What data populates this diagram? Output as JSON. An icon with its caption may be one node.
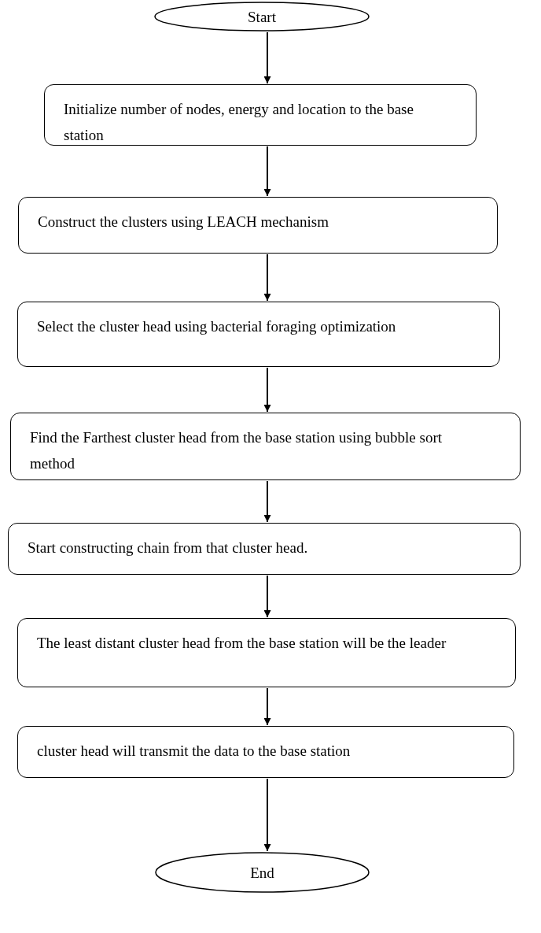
{
  "diagram": {
    "nodes": [
      {
        "text": [
          "Start"
        ]
      },
      {
        "text": [
          "Initialize number of nodes, energy and location to the base station"
        ]
      },
      {
        "text": [
          "Construct the clusters using LEACH mechanism"
        ]
      },
      {
        "text": [
          "Select the cluster head using bacterial foraging optimization"
        ]
      },
      {
        "text": [
          "Find the Farthest cluster head from the base station using bubble sort method"
        ]
      },
      {
        "text": [
          "Start constructing chain from that cluster head."
        ]
      },
      {
        "text": [
          "The least distant cluster head from the base station will be the leader"
        ]
      },
      {
        "text": [
          "cluster head will transmit the data to the base station"
        ]
      },
      {
        "text": [
          "End"
        ]
      }
    ],
    "edges": [
      {
        "from": 0,
        "to": 1,
        "arrow": "to"
      },
      {
        "from": 1,
        "to": 2,
        "arrow": "to"
      },
      {
        "from": 2,
        "to": 3,
        "arrow": "to"
      },
      {
        "from": 3,
        "to": 4,
        "arrow": "to"
      },
      {
        "from": 4,
        "to": 5,
        "arrow": "to"
      },
      {
        "from": 5,
        "to": 6,
        "arrow": "to"
      },
      {
        "from": 6,
        "to": 7,
        "arrow": "to"
      },
      {
        "from": 7,
        "to": 8,
        "arrow": "to"
      }
    ]
  }
}
